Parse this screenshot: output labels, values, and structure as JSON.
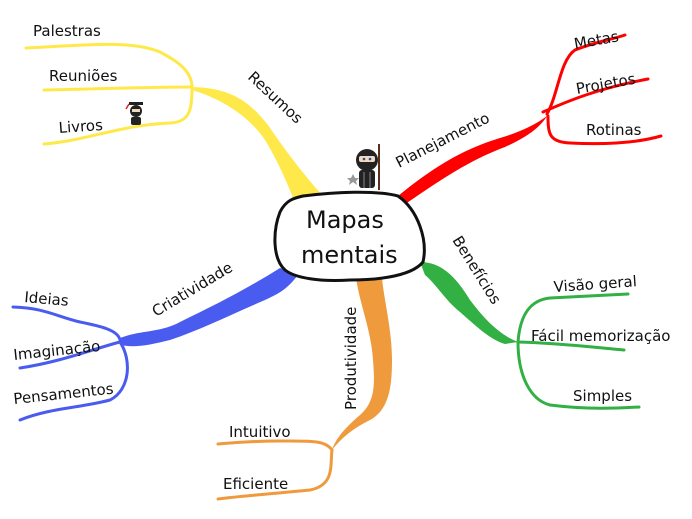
{
  "center": {
    "line1": "Mapas",
    "line2": "mentais"
  },
  "colors": {
    "resumos": "#ffe94a",
    "planejamento": "#ff0000",
    "beneficios": "#33b044",
    "produtividade": "#ef9a3c",
    "criatividade": "#4a5cf0",
    "outline": "#111111"
  },
  "branches": {
    "resumos": {
      "label": "Resumos",
      "children": [
        "Palestras",
        "Reuniões",
        "Livros"
      ]
    },
    "planejamento": {
      "label": "Planejamento",
      "children": [
        "Metas",
        "Projetos",
        "Rotinas"
      ]
    },
    "beneficios": {
      "label": "Benefícios",
      "children": [
        "Visão geral",
        "Fácil memorização",
        "Simples"
      ]
    },
    "produtividade": {
      "label": "Produtividade",
      "children": [
        "Intuitivo",
        "Eficiente"
      ]
    },
    "criatividade": {
      "label": "Criatividade",
      "children": [
        "Ideias",
        "Imaginação",
        "Pensamentos"
      ]
    }
  },
  "icons": [
    "ninja-icon",
    "ninja-graduate-icon",
    "shuriken-icon"
  ]
}
